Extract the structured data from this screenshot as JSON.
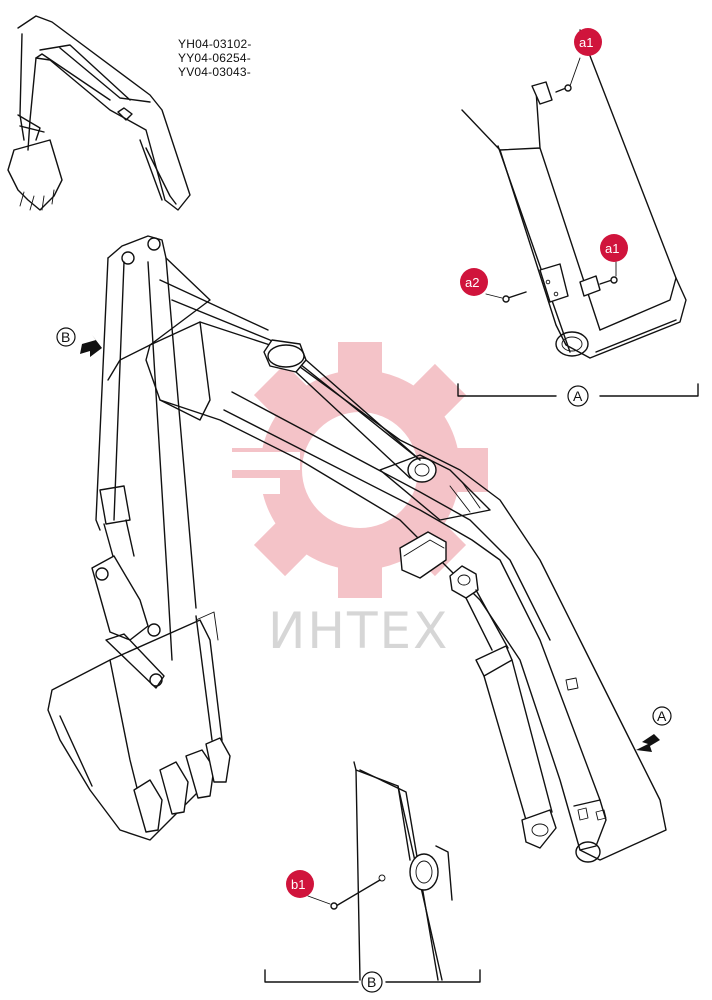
{
  "serial_ranges": [
    "YH04-03102-",
    "YY04-06254-",
    "YV04-03043-"
  ],
  "callouts": {
    "a1_top": "a1",
    "a1_mid": "a1",
    "a2": "a2",
    "b1": "b1"
  },
  "view_labels": {
    "detail_a": "A",
    "detail_b": "B",
    "arrow_a": "A",
    "arrow_b": "B"
  },
  "watermark": "ИНТЕХ",
  "colors": {
    "callout": "#d0143c",
    "watermark": "#f3b9bf",
    "line": "#111111"
  }
}
